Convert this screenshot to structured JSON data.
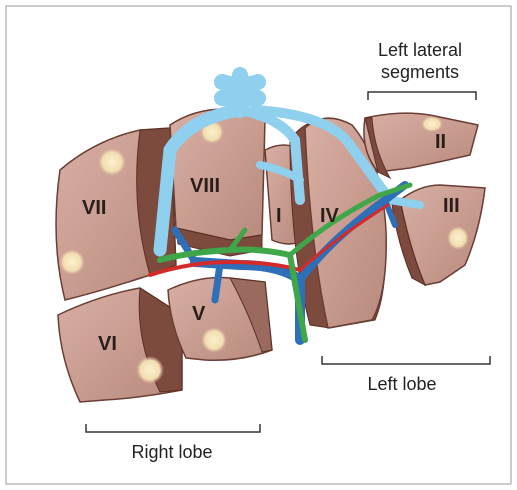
{
  "figure": {
    "labels": {
      "left_lateral_line1": "Left lateral",
      "left_lateral_line2": "segments",
      "left_lobe": "Left lobe",
      "right_lobe": "Right lobe"
    },
    "segments": {
      "I": "I",
      "II": "II",
      "III": "III",
      "IV": "IV",
      "V": "V",
      "VI": "VI",
      "VII": "VII",
      "VIII": "VIII"
    },
    "colors": {
      "liver_surface": "#c99a8e",
      "liver_cut_face": "#7d4a3e",
      "hepatic_vein": "#8fd0ee",
      "portal_vein": "#2f6fb8",
      "hepatic_artery": "#d42a2a",
      "bile_duct": "#3fa64a",
      "lesion": "#f4e4b0"
    }
  }
}
